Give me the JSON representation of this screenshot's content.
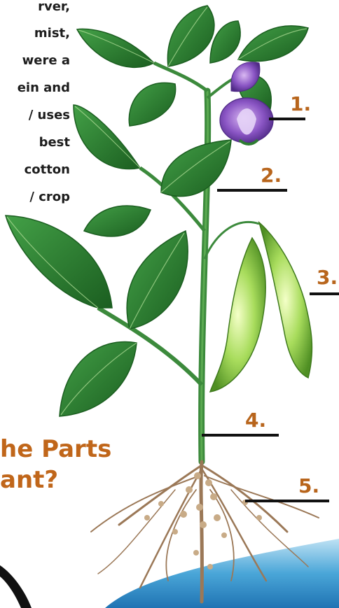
{
  "intro_lines": [
    "rver,",
    "mist,",
    "were a",
    "ein and",
    "/ uses",
    "best",
    "cotton",
    "/ crop"
  ],
  "question_lines": [
    "he Parts",
    "ant?"
  ],
  "labels": [
    "1.",
    "2.",
    "3.",
    "4.",
    "5."
  ],
  "colors": {
    "leaf": "#2e7d32",
    "leaf_dark": "#1b5e20",
    "stem": "#3c8a3c",
    "flower": "#7b4fb0",
    "pod": "#8ccf4f",
    "root": "#9b7857",
    "water": "#4aa6d8",
    "label": "#b8651c",
    "title": "#c0661a"
  }
}
